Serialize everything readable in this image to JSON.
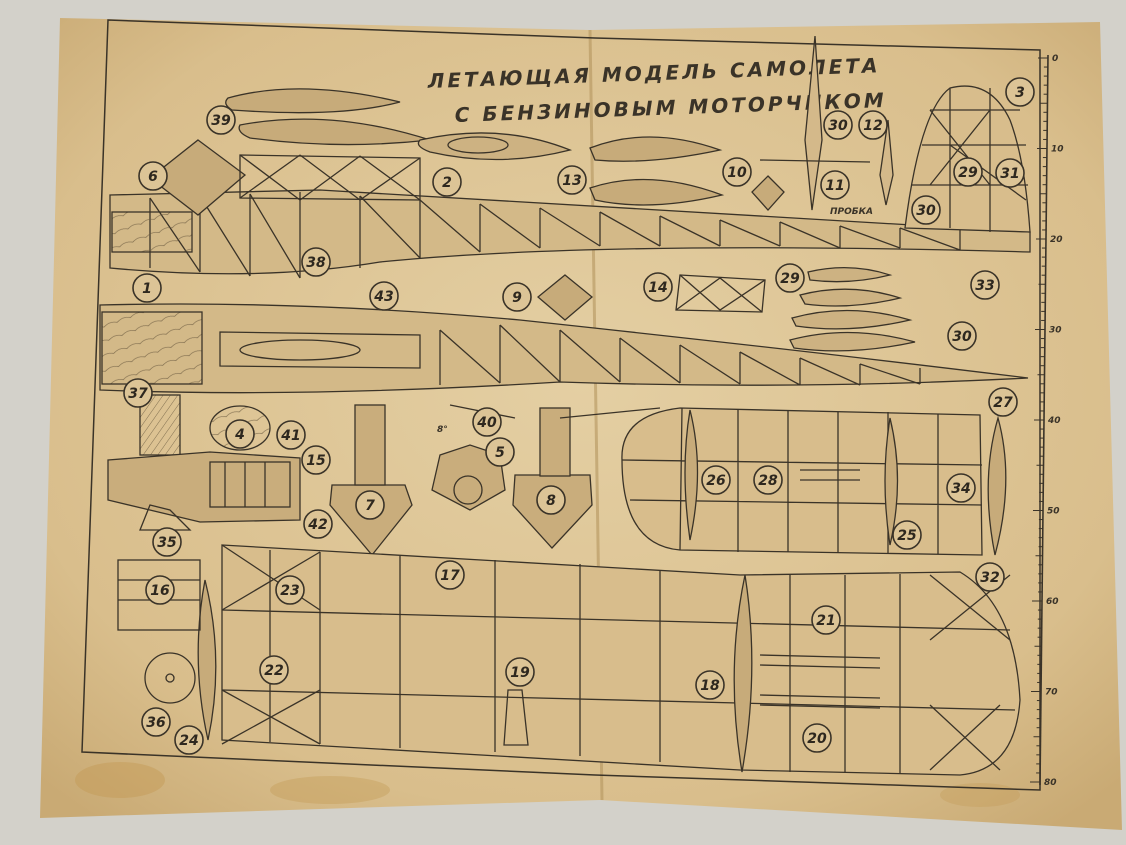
{
  "title": {
    "line1": "ЛЕТАЮЩАЯ МОДЕЛЬ САМОЛЕТА",
    "line2": "С БЕНЗИНОВЫМ МОТОРЧИКОМ"
  },
  "annotations": {
    "cork": "ПРОБКА",
    "angle_note": "8°"
  },
  "ruler": {
    "ticks": [
      "0",
      "10",
      "20",
      "30",
      "40",
      "50",
      "60",
      "70",
      "80"
    ]
  },
  "callouts": [
    "1",
    "2",
    "3",
    "4",
    "5",
    "6",
    "7",
    "8",
    "9",
    "10",
    "11",
    "12",
    "13",
    "14",
    "15",
    "16",
    "17",
    "18",
    "19",
    "20",
    "21",
    "22",
    "23",
    "24",
    "25",
    "26",
    "27",
    "28",
    "29",
    "29",
    "30",
    "30",
    "30",
    "31",
    "32",
    "33",
    "34",
    "35",
    "36",
    "37",
    "38",
    "39",
    "40",
    "41",
    "42",
    "43"
  ],
  "colors": {
    "paper": "#dcc496",
    "paper_edge": "#c8ab78",
    "ink": "#3a3328",
    "wood": "#b89a6c",
    "stain": "#c49a55"
  }
}
